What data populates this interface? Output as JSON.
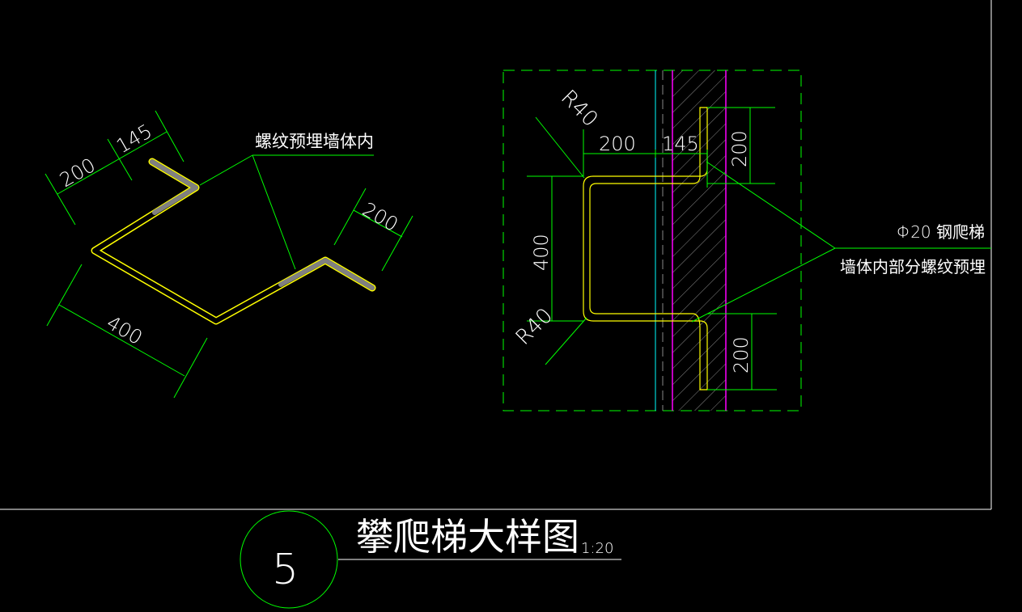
{
  "colors": {
    "background": "#000000",
    "dimension": "#00ff00",
    "rebar": "#ffff00",
    "threaded": "#808080",
    "wall_edge": "#ff00ff",
    "axis": "#00ffff",
    "text": "#ffffff"
  },
  "left_view": {
    "dims": {
      "seg_top": "200",
      "seg_top2": "145",
      "seg_right": "200",
      "seg_bottom": "400"
    },
    "note": "螺纹预埋墙体内"
  },
  "right_view": {
    "dims": {
      "horiz_a": "200",
      "horiz_b": "145",
      "vert_left": "400",
      "vert_top": "200",
      "vert_bottom": "200",
      "radius_top": "R40",
      "radius_bottom": "R40"
    },
    "label_line1": "Φ20 钢爬梯",
    "label_line2": "墙体内部分螺纹预埋"
  },
  "title_block": {
    "number": "5",
    "title": "攀爬梯大样图",
    "scale": "1:20"
  }
}
